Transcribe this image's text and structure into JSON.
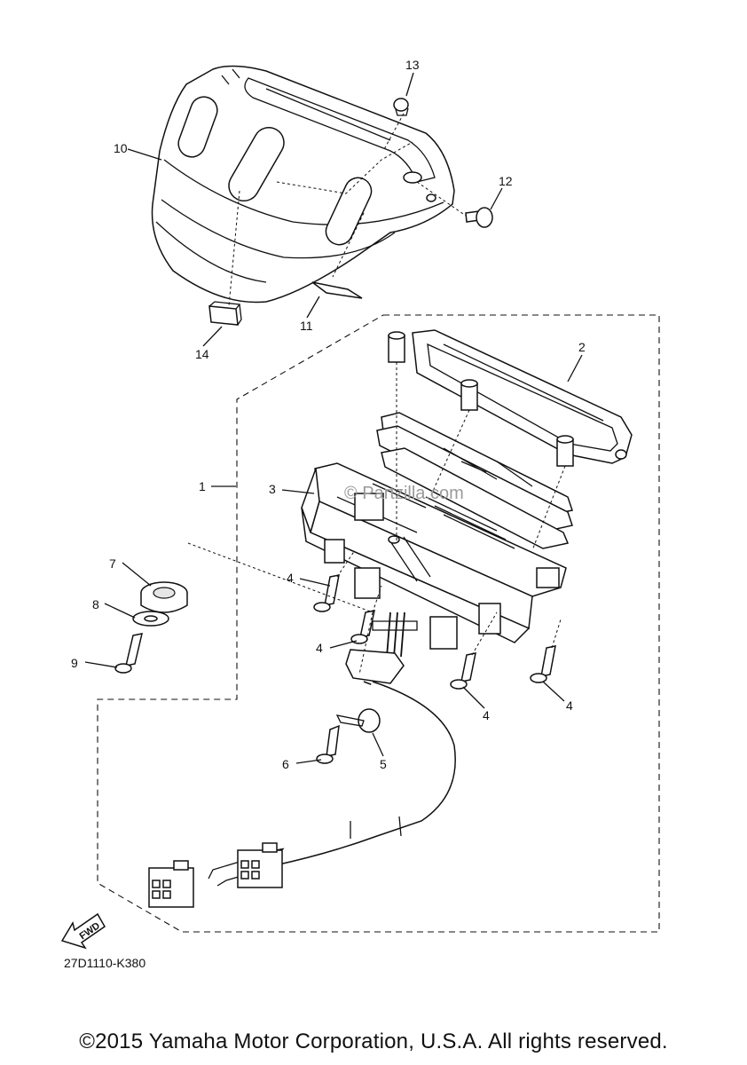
{
  "diagram": {
    "callouts": {
      "c1": "1",
      "c2": "2",
      "c3": "3",
      "c4a": "4",
      "c4b": "4",
      "c4c": "4",
      "c4d": "4",
      "c5": "5",
      "c6": "6",
      "c7": "7",
      "c8": "8",
      "c9": "9",
      "c10": "10",
      "c11": "11",
      "c12": "12",
      "c13": "13",
      "c14": "14"
    },
    "diagram_code": "27D1110-K380",
    "fwd_label": "FWD",
    "watermark": "© Partzilla.com",
    "copyright": "©2015 Yamaha Motor Corporation, U.S.A. All rights reserved."
  }
}
